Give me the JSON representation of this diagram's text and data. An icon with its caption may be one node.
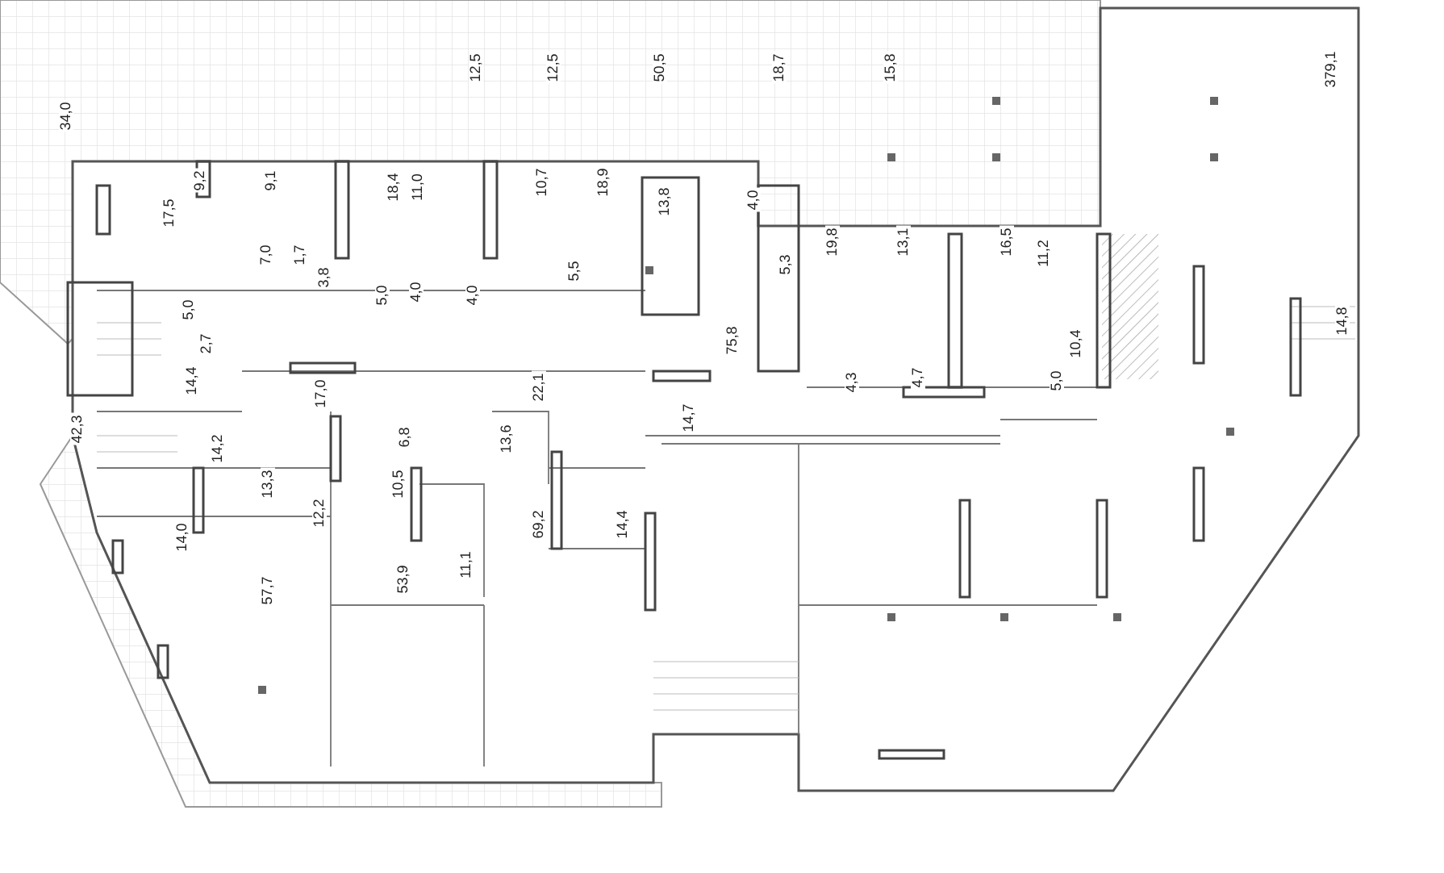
{
  "diagram": {
    "labels": [
      "12,5",
      "12,5",
      "50,5",
      "18,7",
      "15,8",
      "379,1",
      "34,0",
      "9,2",
      "9,1",
      "10,7",
      "18,9",
      "18,4",
      "11,0",
      "4,0",
      "13,8",
      "17,5",
      "19,8",
      "13,1",
      "16,5",
      "11,2",
      "7,0",
      "1,7",
      "5,3",
      "5,5",
      "3,8",
      "4,0",
      "5,0",
      "4,0",
      "5,0",
      "14,8",
      "75,8",
      "2,7",
      "10,4",
      "4,7",
      "4,3",
      "14,4",
      "5,0",
      "22,1",
      "17,0",
      "14,7",
      "42,3",
      "6,8",
      "13,6",
      "14,2",
      "13,3",
      "10,5",
      "12,2",
      "69,2",
      "14,4",
      "14,0",
      "11,1",
      "53,9",
      "57,7"
    ]
  }
}
